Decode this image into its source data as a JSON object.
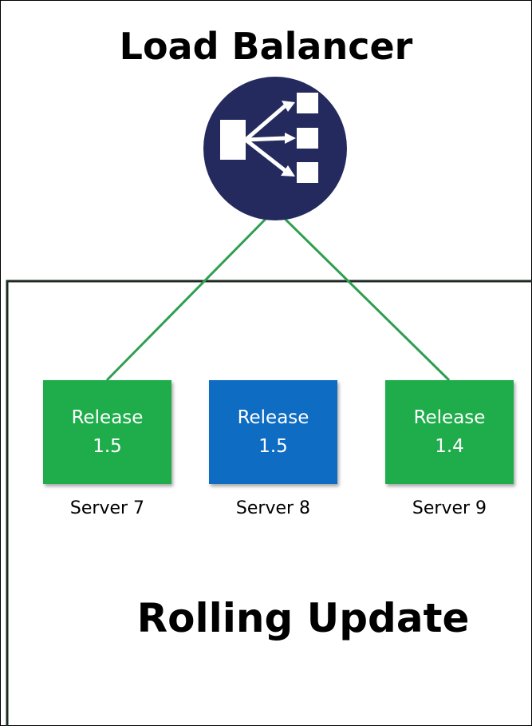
{
  "diagram": {
    "load_balancer_title": "Load Balancer",
    "load_balancer_icon": "load-balancer-icon",
    "section_title": "Rolling Update",
    "servers": [
      {
        "release_label": "Release",
        "release_version": "1.5",
        "name": "Server 7",
        "color": "#1fad4b",
        "connected": true
      },
      {
        "release_label": "Release",
        "release_version": "1.5",
        "name": "Server 8",
        "color": "#0e6cc3",
        "connected": false
      },
      {
        "release_label": "Release",
        "release_version": "1.4",
        "name": "Server 9",
        "color": "#1fad4b",
        "connected": true
      }
    ],
    "colors": {
      "icon_fill": "#252a5e",
      "link": "#2e9e4f",
      "frame": "#000000"
    }
  }
}
